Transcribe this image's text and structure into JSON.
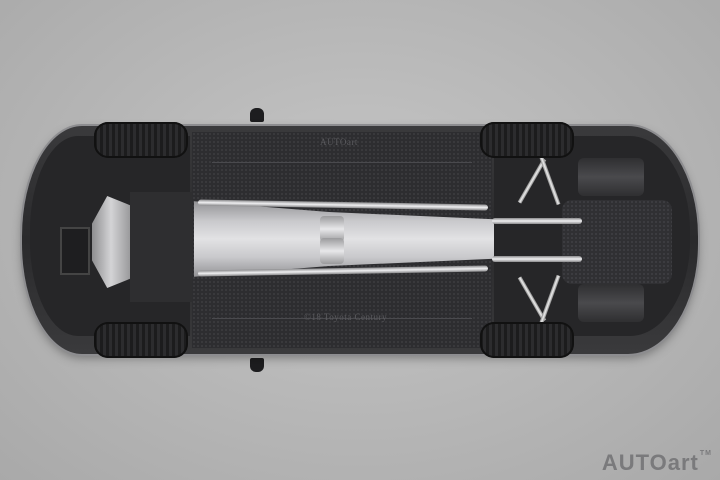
{
  "scene": {
    "subject": "Die-cast model car underside view",
    "background_color": "#b9b9b9"
  },
  "chassis": {
    "emboss_top": "AUTOart",
    "emboss_bottom": "©18 Toyota Century"
  },
  "branding": {
    "logo": "AUTOart",
    "trademark": "TM"
  }
}
